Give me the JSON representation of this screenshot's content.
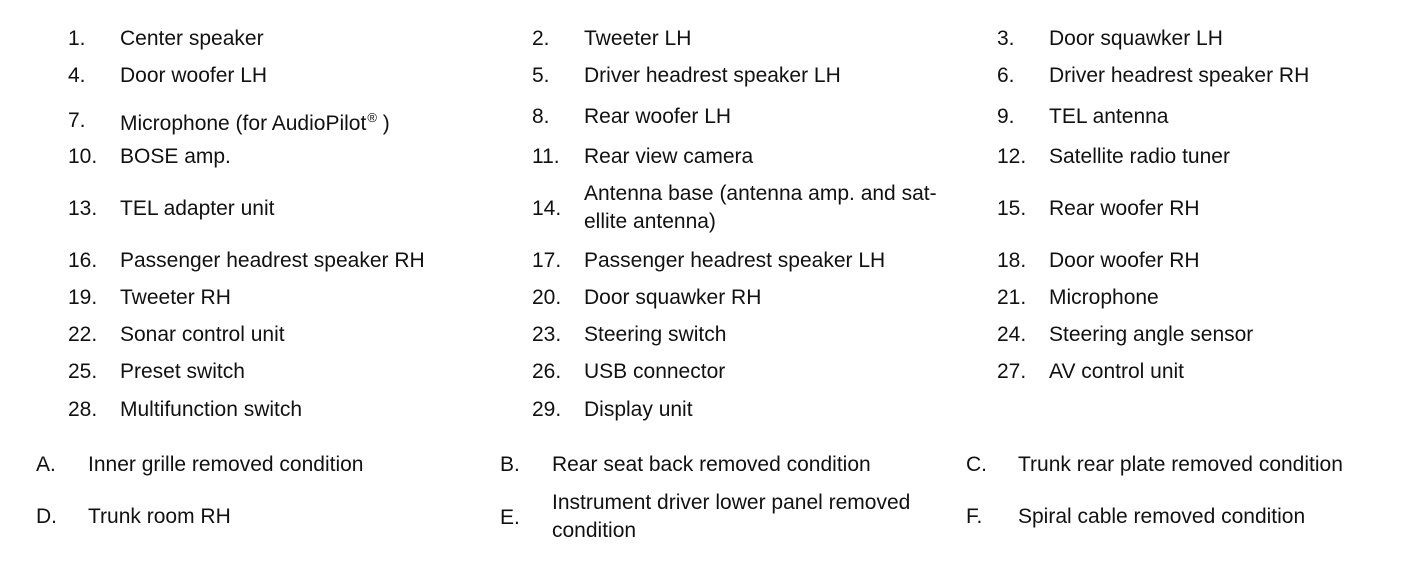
{
  "parts": [
    {
      "num": "1.",
      "label": "Center speaker"
    },
    {
      "num": "2.",
      "label": "Tweeter LH"
    },
    {
      "num": "3.",
      "label": "Door squawker LH"
    },
    {
      "num": "4.",
      "label": "Door woofer LH"
    },
    {
      "num": "5.",
      "label": "Driver headrest speaker LH"
    },
    {
      "num": "6.",
      "label": "Driver headrest speaker RH"
    },
    {
      "num": "7.",
      "label": "Microphone (for AudioPilot",
      "sup": "®",
      "suffix": " )"
    },
    {
      "num": "8.",
      "label": "Rear woofer LH"
    },
    {
      "num": "9.",
      "label": "TEL antenna"
    },
    {
      "num": "10.",
      "label": "BOSE amp."
    },
    {
      "num": "11.",
      "label": "Rear view camera"
    },
    {
      "num": "12.",
      "label": "Satellite radio tuner"
    },
    {
      "num": "13.",
      "label": "TEL adapter unit"
    },
    {
      "num": "14.",
      "label": "Antenna base (antenna amp. and sat-ellite antenna)"
    },
    {
      "num": "15.",
      "label": "Rear woofer RH"
    },
    {
      "num": "16.",
      "label": "Passenger headrest speaker RH"
    },
    {
      "num": "17.",
      "label": "Passenger headrest speaker LH"
    },
    {
      "num": "18.",
      "label": "Door woofer RH"
    },
    {
      "num": "19.",
      "label": "Tweeter RH"
    },
    {
      "num": "20.",
      "label": "Door squawker RH"
    },
    {
      "num": "21.",
      "label": "Microphone"
    },
    {
      "num": "22.",
      "label": "Sonar control unit"
    },
    {
      "num": "23.",
      "label": "Steering switch"
    },
    {
      "num": "24.",
      "label": "Steering angle sensor"
    },
    {
      "num": "25.",
      "label": "Preset switch"
    },
    {
      "num": "26.",
      "label": "USB connector"
    },
    {
      "num": "27.",
      "label": "AV control unit"
    },
    {
      "num": "28.",
      "label": "Multifunction switch"
    },
    {
      "num": "29.",
      "label": "Display unit"
    }
  ],
  "conditions": [
    {
      "letter": "A.",
      "label": "Inner grille removed condition"
    },
    {
      "letter": "B.",
      "label": "Rear seat back removed condition"
    },
    {
      "letter": "C.",
      "label": "Trunk rear plate removed condition"
    },
    {
      "letter": "D.",
      "label": "Trunk room RH"
    },
    {
      "letter": "E.",
      "label": "Instrument driver lower panel removed condition"
    },
    {
      "letter": "F.",
      "label": "Spiral cable removed condition"
    }
  ]
}
